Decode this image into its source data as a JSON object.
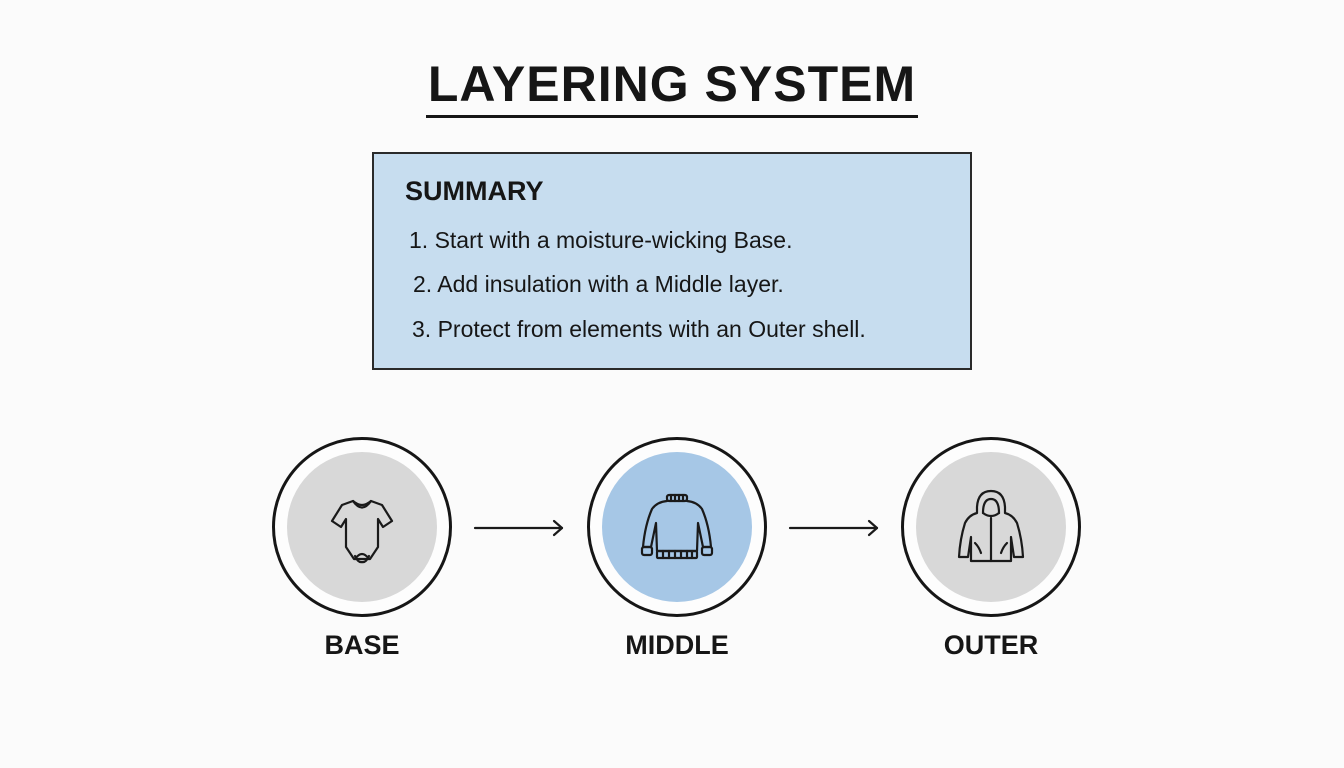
{
  "title": "LAYERING SYSTEM",
  "summary": {
    "heading": "SUMMARY",
    "items": [
      "1. Start with a moisture-wicking Base.",
      "2. Add insulation with a Middle layer.",
      "3. Protect from elements with an Outer shell."
    ],
    "background_color": "#c7ddef"
  },
  "stages": [
    {
      "label": "BASE",
      "icon": "baby-bodysuit-icon",
      "fill_color": "#d8d8d8"
    },
    {
      "label": "MIDDLE",
      "icon": "sweater-icon",
      "fill_color": "#a6c7e6"
    },
    {
      "label": "OUTER",
      "icon": "hooded-jacket-icon",
      "fill_color": "#d8d8d8"
    }
  ],
  "arrows": [
    "arrow-right-icon",
    "arrow-right-icon"
  ]
}
